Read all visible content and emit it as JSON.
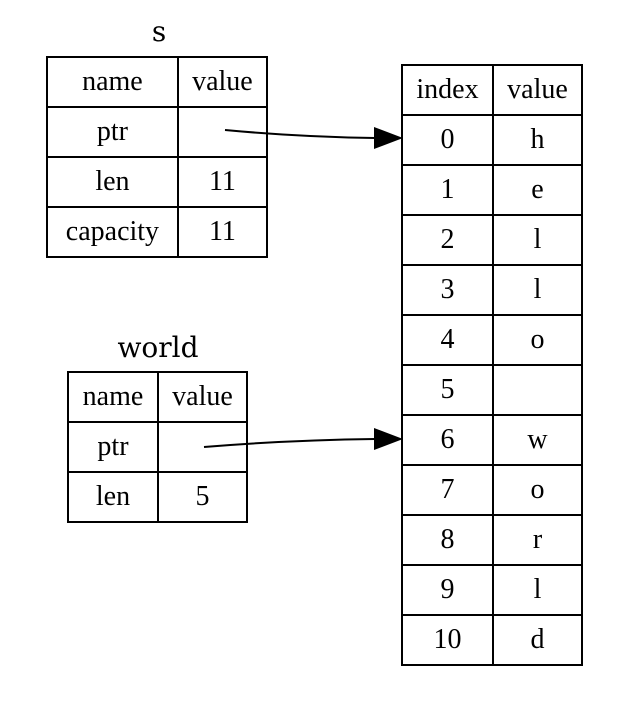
{
  "s": {
    "title": "s",
    "header": [
      "name",
      "value"
    ],
    "rows": [
      [
        "ptr",
        ""
      ],
      [
        "len",
        "11"
      ],
      [
        "capacity",
        "11"
      ]
    ]
  },
  "world": {
    "title": "world",
    "header": [
      "name",
      "value"
    ],
    "rows": [
      [
        "ptr",
        ""
      ],
      [
        "len",
        "5"
      ]
    ]
  },
  "heap": {
    "header": [
      "index",
      "value"
    ],
    "rows": [
      [
        "0",
        "h"
      ],
      [
        "1",
        "e"
      ],
      [
        "2",
        "l"
      ],
      [
        "3",
        "l"
      ],
      [
        "4",
        "o"
      ],
      [
        "5",
        ""
      ],
      [
        "6",
        "w"
      ],
      [
        "7",
        "o"
      ],
      [
        "8",
        "r"
      ],
      [
        "9",
        "l"
      ],
      [
        "10",
        "d"
      ]
    ]
  },
  "pointers": [
    {
      "from": "s.ptr",
      "to": "heap.0"
    },
    {
      "from": "world.ptr",
      "to": "heap.6"
    }
  ]
}
